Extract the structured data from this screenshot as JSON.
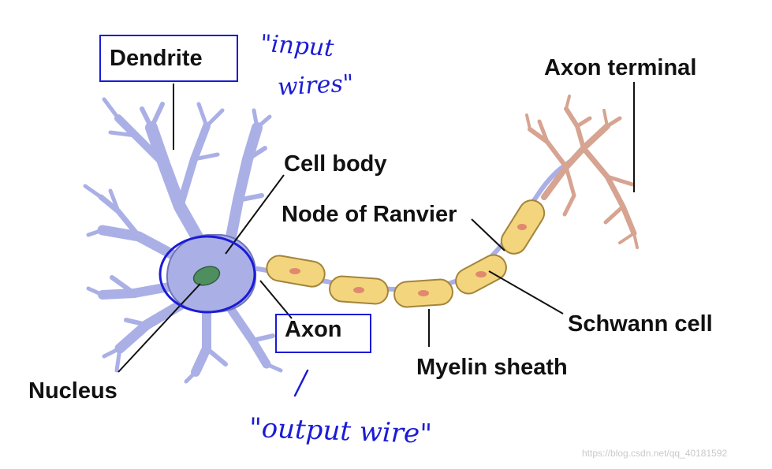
{
  "labels": {
    "dendrite": "Dendrite",
    "axon_terminal": "Axon terminal",
    "cell_body": "Cell body",
    "node_of_ranvier": "Node of Ranvier",
    "schwann_cell": "Schwann cell",
    "axon": "Axon",
    "myelin_sheath": "Myelin sheath",
    "nucleus": "Nucleus"
  },
  "annotations": {
    "input_wires_line1": "\"input",
    "input_wires_line2": "wires\"",
    "output_wire": "\"output wire\""
  },
  "watermark": "https://blog.csdn.net/qq_40181592",
  "colors": {
    "neuron_body": "#aab0e6",
    "neuron_outline": "#6f74b8",
    "nucleus": "#4f8f5f",
    "myelin": "#f3d57e",
    "myelin_outline": "#a4843a",
    "schwann_nucleus": "#e0896f",
    "axon_terminal": "#d6a491",
    "annotation": "#1b1bd6"
  }
}
